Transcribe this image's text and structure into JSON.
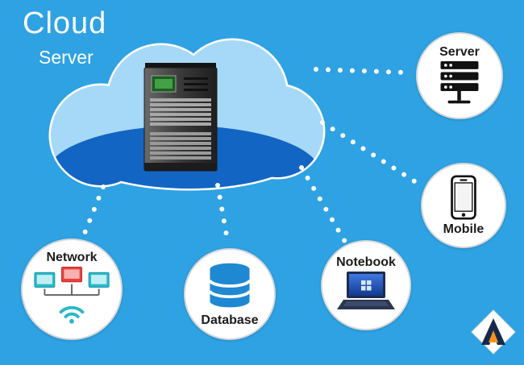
{
  "title": {
    "main": "Cloud",
    "sub": "Server"
  },
  "nodes": {
    "server": {
      "label": "Server"
    },
    "mobile": {
      "label": "Mobile"
    },
    "notebook": {
      "label": "Notebook"
    },
    "database": {
      "label": "Database"
    },
    "network": {
      "label": "Network"
    }
  },
  "icons": {
    "center": "server-tower-icon",
    "cloud": "cloud-shape",
    "server": "server-rack-icon",
    "mobile": "smartphone-icon",
    "notebook": "laptop-icon",
    "database": "database-cylinder-icon",
    "network": "network-computers-icon",
    "network_wifi": "wifi-icon",
    "corner": "brand-logo-diamond"
  },
  "colors": {
    "background": "#2EA2E3",
    "cloud_light": "#A6D9F7",
    "cloud_dark": "#1365C4",
    "node_bg": "#FFFFFF",
    "node_border": "#D8D8D8",
    "label_color": "#1C1C1C",
    "title_color": "#FFFFFF",
    "dotted_line": "#FFFFFF",
    "database_blue": "#1E88D2",
    "network_teal": "#2BB8C9",
    "network_red": "#E8413C",
    "laptop_navy": "#1D2B4F",
    "logo_navy": "#16294D",
    "logo_orange": "#F7941D"
  }
}
